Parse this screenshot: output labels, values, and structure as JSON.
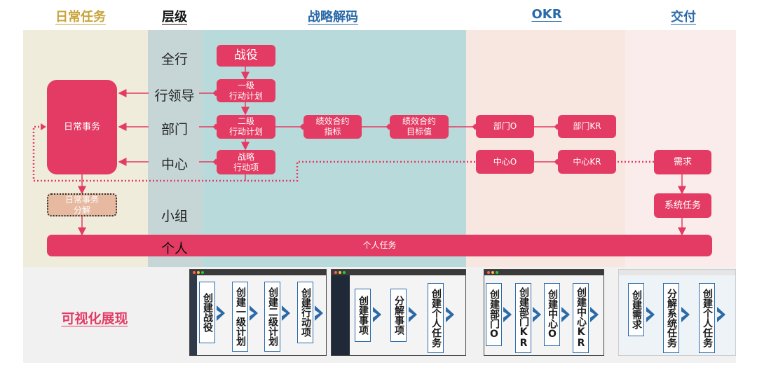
{
  "headers": {
    "daily": "日常任务",
    "level": "层级",
    "strategy": "战略解码",
    "okr": "OKR",
    "delivery": "交付"
  },
  "levels": {
    "bank": "全行",
    "leader": "行领导",
    "dept": "部门",
    "center": "中心",
    "group": "小组",
    "person": "个人"
  },
  "boxes": {
    "daily_affairs": "日常事务",
    "daily_decompose": "日常事务\n分解",
    "campaign": "战役",
    "plan1": "一级\n行动计划",
    "plan2": "二级\n行动计划",
    "action": "战略\n行动项",
    "perf_index": "绩效合约\n指标",
    "perf_target": "绩效合约\n目标值",
    "dept_o": "部门O",
    "dept_kr": "部门KR",
    "center_o": "中心O",
    "center_kr": "中心KR",
    "demand": "需求",
    "sys_task": "系统任务",
    "personal_task": "个人任务"
  },
  "visual": {
    "title": "可视化展现",
    "steps": [
      "创建战役",
      "创建一级计划",
      "创建二级计划",
      "创建行动项",
      "创建事项",
      "分解事项",
      "创建个人任务",
      "创建部门O",
      "创建部门KR",
      "创建中心O",
      "创建中心KR",
      "创建需求",
      "分解系统任务",
      "创建个人任务"
    ]
  },
  "colors": {
    "accent": "#e33b63",
    "daily_band": "#f0ecdc",
    "level_band": "#c6d6d6",
    "strategy_band": "#b9dadb",
    "okr_band": "#f8e6e0",
    "delivery_band": "#fbecec",
    "header_daily": "#c8a43a",
    "header_blue": "#2b6aa8"
  }
}
